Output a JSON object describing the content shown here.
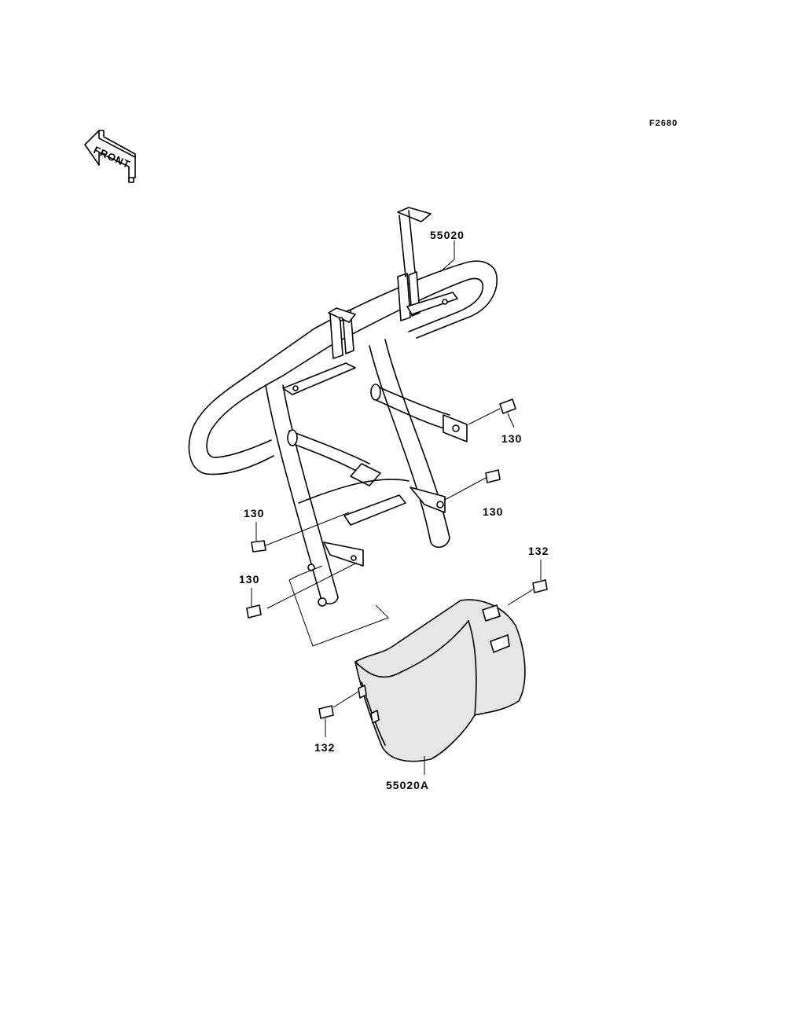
{
  "diagram": {
    "code": "F2680",
    "front_label": "FRONT",
    "parts": {
      "bumper": "55020",
      "guard": "55020A",
      "bolt_130_a": "130",
      "bolt_130_b": "130",
      "bolt_130_c": "130",
      "bolt_130_d": "130",
      "bolt_132_a": "132",
      "bolt_132_b": "132"
    }
  }
}
